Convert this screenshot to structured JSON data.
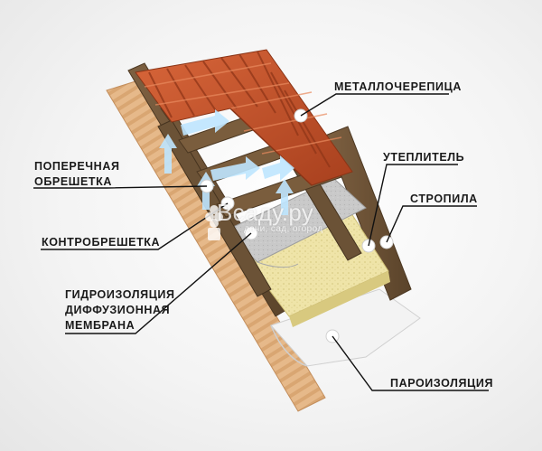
{
  "labels": {
    "metal_tile": "МЕТАЛЛОЧЕРЕПИЦА",
    "insulation": "УТЕПЛИТЕЛЬ",
    "rafters": "СТРОПИЛА",
    "cross_batten_line1": "ПОПЕРЕЧНАЯ",
    "cross_batten_line2": "ОБРЕШЕТКА",
    "counter_batten": "КОНТРОБРЕШЕТКА",
    "waterproofing_line1": "ГИДРОИЗОЛЯЦИЯ",
    "waterproofing_line2": "ДИФФУЗИОННАЯ",
    "waterproofing_line3": "МЕМБРАНА",
    "vapor_barrier": "ПАРОИЗОЛЯЦИЯ"
  },
  "watermark": {
    "brand": "Всаду.ру",
    "tagline": "дачи, сад, огород"
  },
  "colors": {
    "tile": "#c2512a",
    "rafter": "#6e5436",
    "insulation": "#efe4a8",
    "membrane": "#cfcfcf",
    "airflow": "#bfe6ff"
  }
}
